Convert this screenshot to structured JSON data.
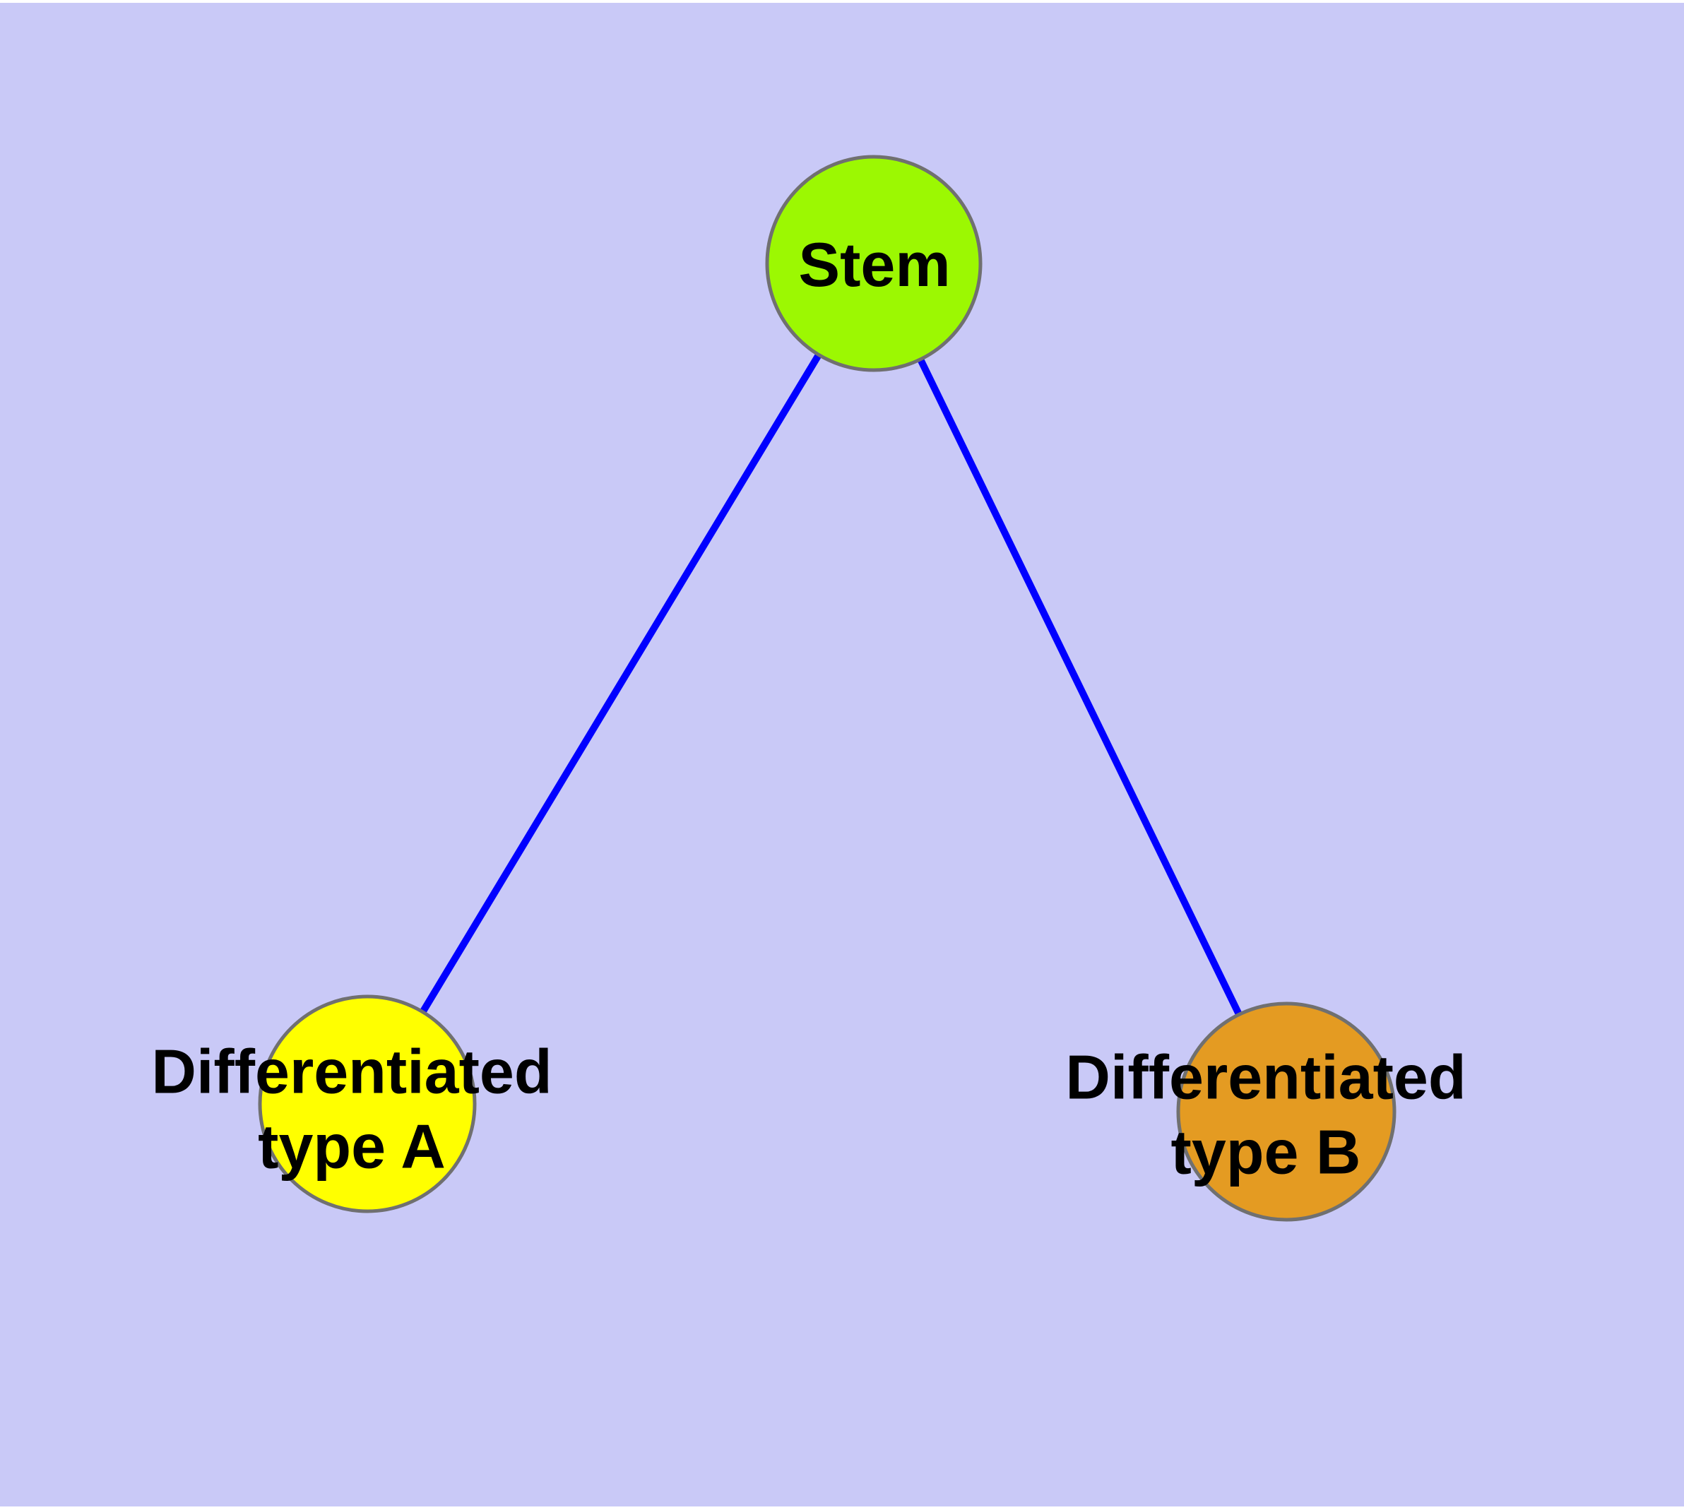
{
  "diagram": {
    "background_color": "#C9C9F7",
    "page_margin_color": "#FFFFFF",
    "edge_color": "#0000FF",
    "node_border_color": "#707070",
    "label_color": "#000000",
    "nodes": [
      {
        "id": "stem",
        "label": "Stem",
        "fill": "#9CF802"
      },
      {
        "id": "diff-type-a",
        "label": "Differentiated\ntype A",
        "fill": "#FFFF00"
      },
      {
        "id": "diff-type-b",
        "label": "Differentiated\ntype B",
        "fill": "#E49B22"
      }
    ],
    "edges": [
      {
        "from": "Stem",
        "to": "Differentiated type A"
      },
      {
        "from": "Stem",
        "to": "Differentiated type B"
      }
    ]
  }
}
